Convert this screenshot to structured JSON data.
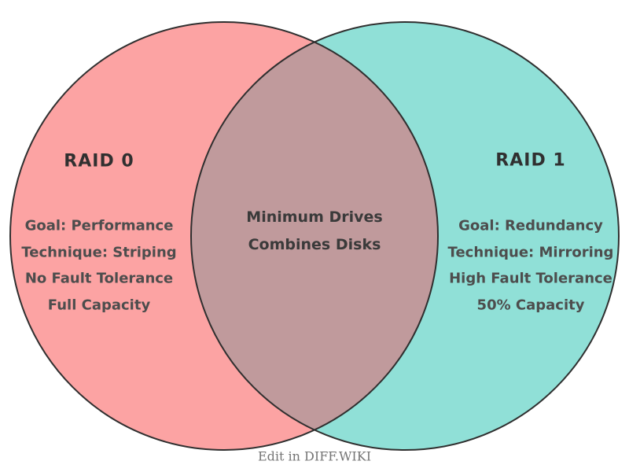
{
  "venn": {
    "left": {
      "title": "RAID 0",
      "items": [
        "Goal: Performance",
        "Technique: Striping",
        "No Fault Tolerance",
        "Full Capacity"
      ]
    },
    "right": {
      "title": "RAID 1",
      "items": [
        "Goal: Redundancy",
        "Technique: Mirroring",
        "High Fault Tolerance",
        "50% Capacity"
      ]
    },
    "center": {
      "items": [
        "Minimum Drives",
        "Combines Disks"
      ]
    },
    "footer": "Edit in DIFF.WIKI",
    "colors": {
      "left_fill": "#FCA3A3",
      "right_fill": "#90E0D7",
      "overlap_fill": "#C09A9C",
      "outline": "#2F2F2F"
    }
  }
}
